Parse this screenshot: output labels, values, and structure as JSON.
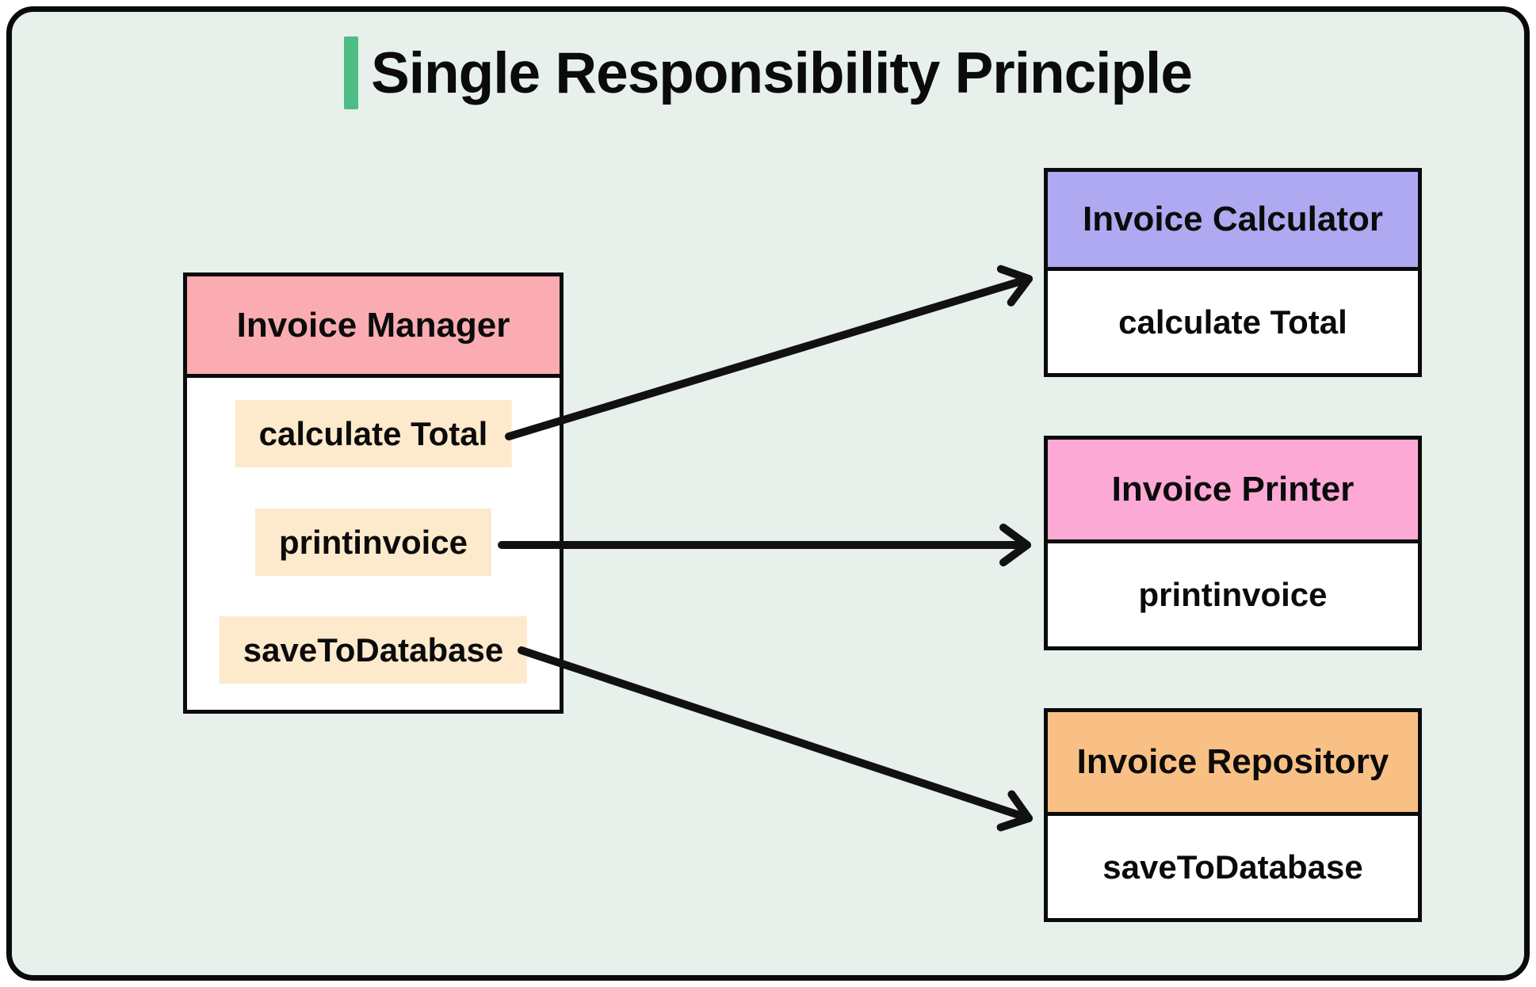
{
  "title": "Single Responsibility Principle",
  "colors": {
    "canvas_background": "#e7f0eb",
    "frame_border": "#0a0a0a",
    "title_accent": "#4ebd85",
    "text": "#0b0b0b",
    "arrow": "#111111",
    "manager_header": "#faacb2",
    "method_chip": "#fdeacc",
    "calculator_header": "#aea9f1",
    "printer_header": "#fca9d6",
    "repository_header": "#f9c085"
  },
  "manager": {
    "title": "Invoice Manager",
    "methods": [
      {
        "label": "calculate Total"
      },
      {
        "label": "printinvoice"
      },
      {
        "label": "saveToDatabase"
      }
    ]
  },
  "classes": [
    {
      "title": "Invoice Calculator",
      "method": "calculate Total"
    },
    {
      "title": "Invoice Printer",
      "method": "printinvoice"
    },
    {
      "title": "Invoice Repository",
      "method": "saveToDatabase"
    }
  ]
}
